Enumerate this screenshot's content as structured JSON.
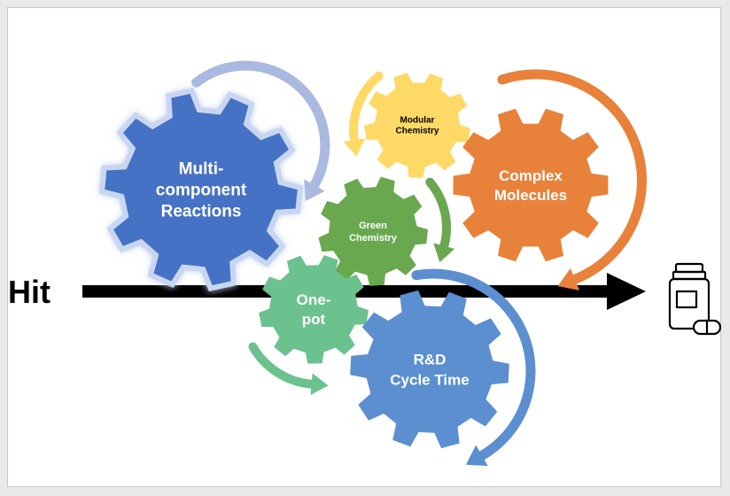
{
  "hit_label": "Hit",
  "gears": [
    {
      "id": "multicomponent",
      "lines": [
        "Multi-",
        "component",
        "Reactions"
      ],
      "color": "#4472c4",
      "text_color": "#ffffff"
    },
    {
      "id": "modular",
      "lines": [
        "Modular",
        "Chemistry"
      ],
      "color": "#ffd966",
      "text_color": "#000000"
    },
    {
      "id": "complex",
      "lines": [
        "Complex",
        "Molecules"
      ],
      "color": "#e8813a",
      "text_color": "#ffffff"
    },
    {
      "id": "green",
      "lines": [
        "Green",
        "Chemistry"
      ],
      "color": "#6aa84f",
      "text_color": "#ffffff"
    },
    {
      "id": "onepot",
      "lines": [
        "One-",
        "pot"
      ],
      "color": "#6cc28e",
      "text_color": "#ffffff"
    },
    {
      "id": "rd",
      "lines": [
        "R&D",
        "Cycle Time"
      ],
      "color": "#5b8fd0",
      "text_color": "#ffffff"
    }
  ],
  "icons": {
    "medicine_bottle": "medicine-bottle-icon",
    "pill": "pill-icon"
  },
  "colors": {
    "timeline_arrow": "#000000",
    "arrow_light_blue": "#a9b9e0",
    "arrow_yellow": "#ffd966",
    "arrow_orange": "#e8813a",
    "arrow_green": "#6aa84f",
    "arrow_mint": "#6cc28e",
    "arrow_blue": "#5b8fd0"
  }
}
